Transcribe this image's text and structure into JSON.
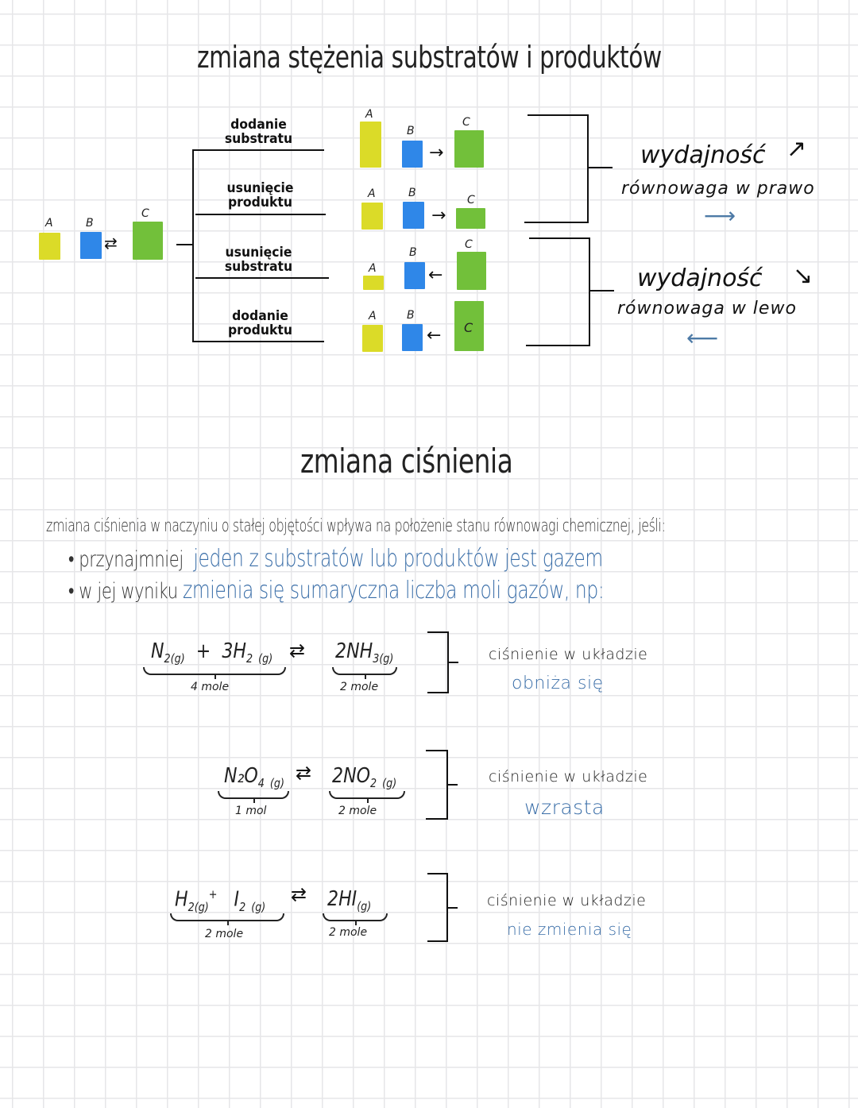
{
  "section1": {
    "title": "zmiana stężenia substratów i produktów",
    "base": {
      "a_label": "A",
      "b_label": "B",
      "c_label": "C",
      "equilibrium_arrow": "⇄"
    },
    "conditions": [
      {
        "line1": "dodanie",
        "line2": "substratu",
        "direction_arrow": "→",
        "a": "A",
        "b": "B",
        "c": "C"
      },
      {
        "line1": "usunięcie",
        "line2": "produktu",
        "direction_arrow": "→",
        "a": "A",
        "b": "B",
        "c": "C"
      },
      {
        "line1": "usunięcie",
        "line2": "substratu",
        "direction_arrow": "←",
        "a": "A",
        "b": "B",
        "c": "C"
      },
      {
        "line1": "dodanie",
        "line2": "produktu",
        "direction_arrow": "←",
        "a": "A",
        "b": "B",
        "c": "C"
      }
    ],
    "outcomes": [
      {
        "yield": "wydajność",
        "yield_trend": "↗",
        "equilibrium": "równowaga w prawo",
        "shift_arrow": "⟶"
      },
      {
        "yield": "wydajność",
        "yield_trend": "↘",
        "equilibrium": "równowaga w lewo",
        "shift_arrow": "⟵"
      }
    ],
    "colors": {
      "A": "#dbdb28",
      "B": "#2f87e8",
      "C": "#72c03a"
    }
  },
  "section2": {
    "title": "zmiana ciśnienia",
    "intro": "zmiana ciśnienia w naczyniu o stałej objętości wpływa na położenie stanu równowagi chemicznej, jeśli:",
    "bullets": [
      {
        "prefix": "przynajmniej",
        "highlight": "jeden z substratów lub produktów jest gazem"
      },
      {
        "prefix": "w jej wyniku",
        "highlight": "zmienia się sumaryczna liczba moli gazów, np:"
      }
    ],
    "equations": [
      {
        "reactants": [
          {
            "coef": "",
            "formula": "N",
            "sub": "2",
            "state": "(g)"
          },
          {
            "coef": "3",
            "formula": "H",
            "sub": "2",
            "state": "(g)"
          }
        ],
        "products": [
          {
            "coef": "2",
            "formula": "NH",
            "sub": "3",
            "state": "(g)"
          }
        ],
        "plus": "+",
        "arrow": "⇄",
        "reactant_moles": "4 mole",
        "product_moles": "2 mole",
        "label": "ciśnienie w układzie",
        "result": "obniża się"
      },
      {
        "reactants": [
          {
            "coef": "",
            "formula": "N₂O",
            "sub": "4",
            "state": "(g)"
          }
        ],
        "products": [
          {
            "coef": "2",
            "formula": "NO",
            "sub": "2",
            "state": "(g)"
          }
        ],
        "plus": "",
        "arrow": "⇄",
        "reactant_moles": "1 mol",
        "product_moles": "2 mole",
        "label": "ciśnienie w układzie",
        "result": "wzrasta"
      },
      {
        "reactants": [
          {
            "coef": "",
            "formula": "H",
            "sub": "2",
            "state": "(g)"
          },
          {
            "coef": "",
            "formula": "I",
            "sub": "2",
            "state": "(g)"
          }
        ],
        "products": [
          {
            "coef": "2",
            "formula": "HI",
            "sub": "",
            "state": "(g)"
          }
        ],
        "plus": "+",
        "arrow": "⇄",
        "reactant_moles": "2 mole",
        "product_moles": "2 mole",
        "label": "ciśnienie w układzie",
        "result": "nie zmienia się"
      }
    ]
  }
}
